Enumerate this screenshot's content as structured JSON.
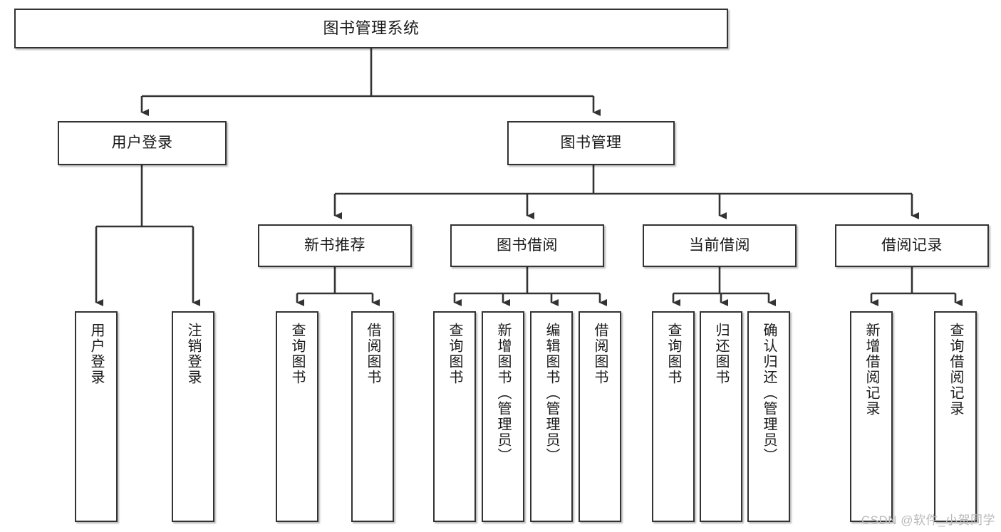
{
  "diagram": {
    "type": "tree-hierarchy",
    "title": "图书管理系统",
    "watermark": "CSDN @软件_小贺同学",
    "colors": {
      "background": "#ffffff",
      "box_border": "#333333",
      "box_fill": "#ffffff",
      "connector": "#333333",
      "text": "#1a1a1a",
      "watermark": "#b9b9b9"
    },
    "root": {
      "label": "图书管理系统"
    },
    "level1": [
      {
        "label": "用户登录"
      },
      {
        "label": "图书管理"
      }
    ],
    "level2": [
      {
        "label": "新书推荐"
      },
      {
        "label": "图书借阅"
      },
      {
        "label": "当前借阅"
      },
      {
        "label": "借阅记录"
      }
    ],
    "leaves": {
      "user_login": [
        {
          "label": "用户登录"
        },
        {
          "label": "注销登录"
        }
      ],
      "new_book_recommend": [
        {
          "label": "查询图书"
        },
        {
          "label": "借阅图书"
        }
      ],
      "book_borrow": [
        {
          "label": "查询图书"
        },
        {
          "label": "新增图书（管理员）"
        },
        {
          "label": "编辑图书（管理员）"
        },
        {
          "label": "借阅图书"
        }
      ],
      "current_borrow": [
        {
          "label": "查询图书"
        },
        {
          "label": "归还图书"
        },
        {
          "label": "确认归还（管理员）"
        }
      ],
      "borrow_record": [
        {
          "label": "新增借阅记录"
        },
        {
          "label": "查询借阅记录"
        }
      ]
    }
  }
}
